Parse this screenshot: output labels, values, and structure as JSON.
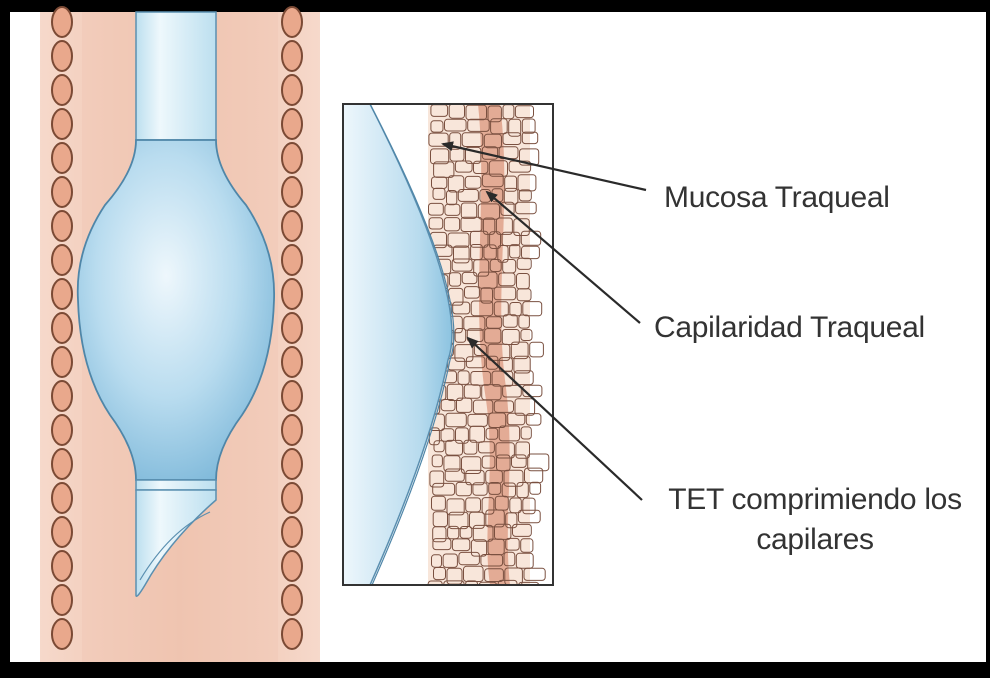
{
  "colors": {
    "tissue": "#f3d1c1",
    "cartilage": "#e9a88c",
    "cartilage_outline": "#7b4a35",
    "tube": "#d9eef8",
    "cuff": "#a6d1ea",
    "cell_fill": "#f8e6da",
    "capillary": "#dfa088",
    "arrow": "#2a2a2a",
    "frame": "#000000"
  },
  "labels": {
    "mucosa": "Mucosa Traqueal",
    "capilaridad": "Capilaridad Traqueal",
    "tet_line1": "TET comprimiendo los",
    "tet_line2": "capilares"
  },
  "icons": [
    "trachea-with-endotracheal-tube-illustration",
    "mucosa-closeup-inset"
  ]
}
